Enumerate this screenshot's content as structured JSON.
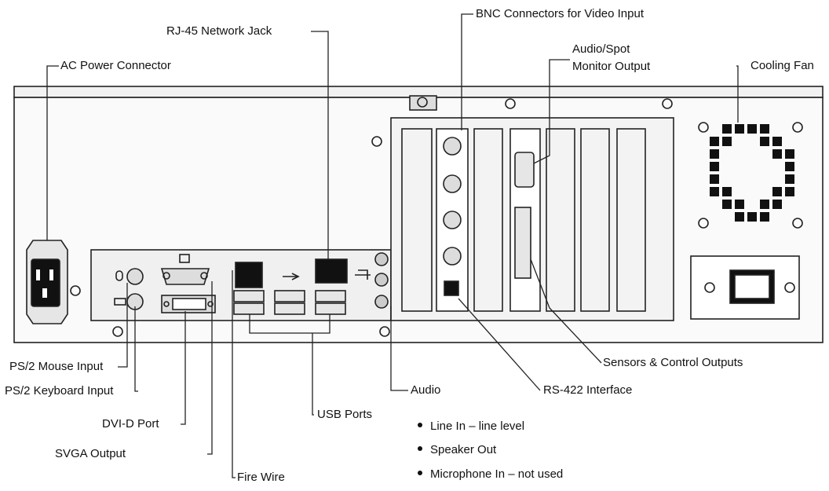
{
  "labels": {
    "ac_power": "AC Power Connector",
    "rj45": "RJ-45 Network Jack",
    "bnc": "BNC Connectors for Video Input",
    "audio_spot_1": "Audio/Spot",
    "audio_spot_2": "Monitor Output",
    "cooling_fan": "Cooling Fan",
    "sensors": "Sensors & Control Outputs",
    "rs422": "RS-422 Interface",
    "audio": "Audio",
    "ps2_mouse": "PS/2 Mouse Input",
    "ps2_keyboard": "PS/2 Keyboard Input",
    "dvi": "DVI-D Port",
    "svga": "SVGA Output",
    "usb": "USB Ports",
    "firewire": "Fire Wire"
  },
  "audio_items": [
    "Line In – line level",
    "Speaker Out",
    "Microphone In – not used"
  ]
}
